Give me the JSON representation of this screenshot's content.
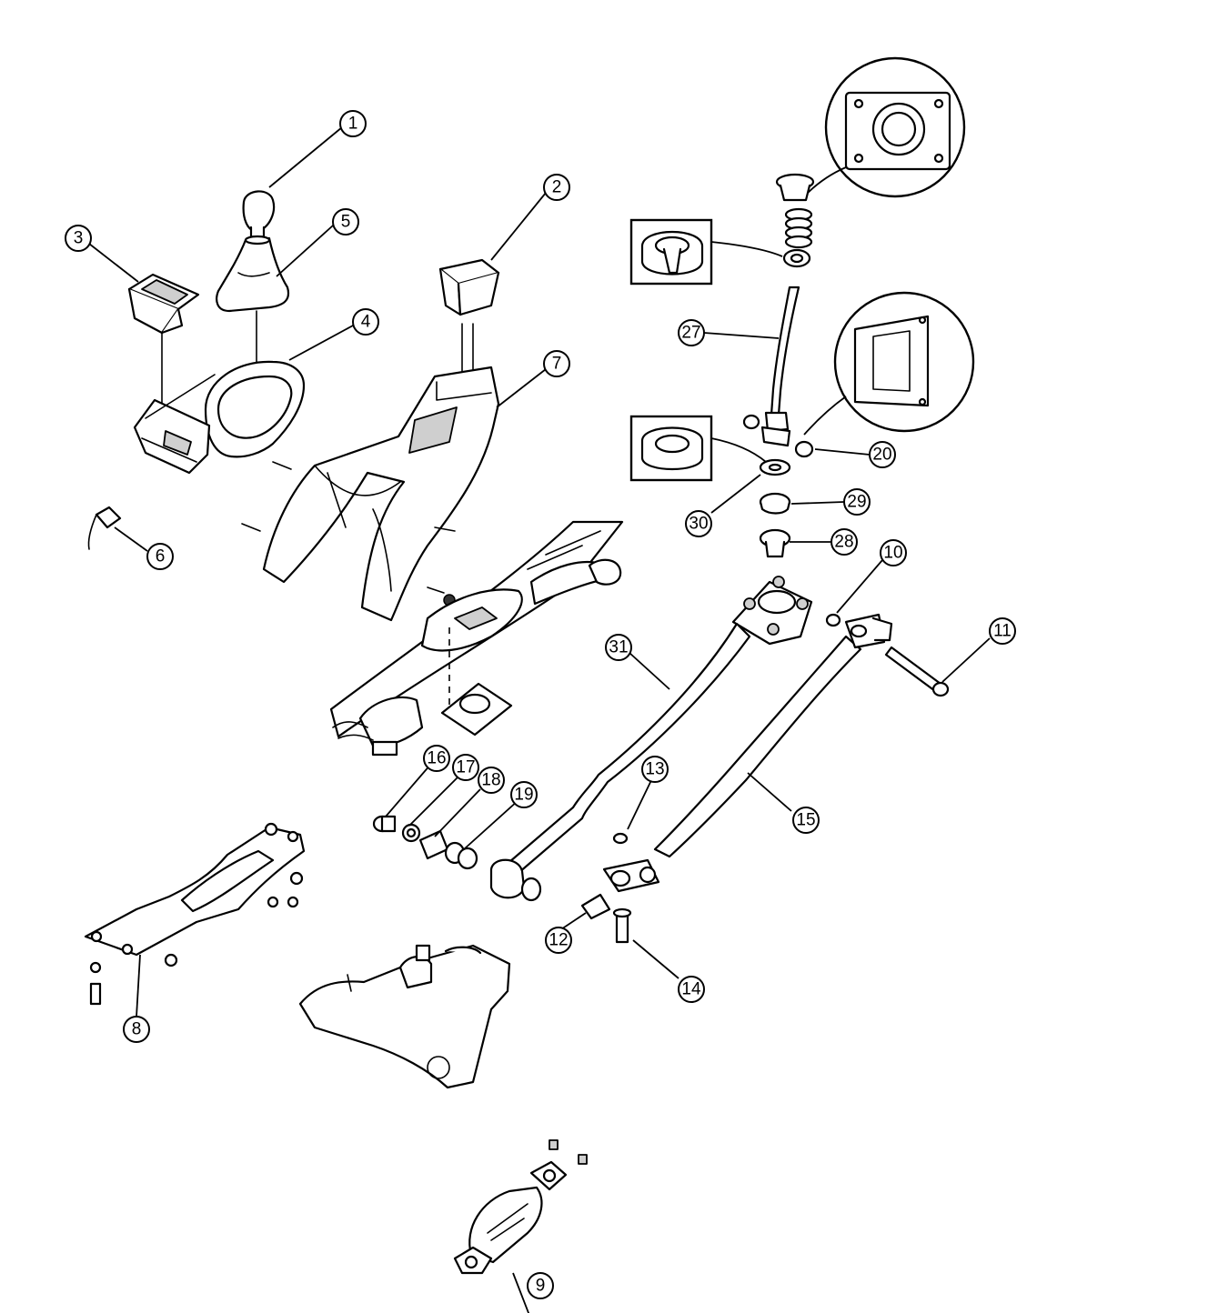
{
  "callouts": [
    {
      "id": "c1",
      "label": "1"
    },
    {
      "id": "c2",
      "label": "2"
    },
    {
      "id": "c3",
      "label": "3"
    },
    {
      "id": "c4",
      "label": "4"
    },
    {
      "id": "c5",
      "label": "5"
    },
    {
      "id": "c6",
      "label": "6"
    },
    {
      "id": "c7",
      "label": "7"
    },
    {
      "id": "c8",
      "label": "8"
    },
    {
      "id": "c9",
      "label": "9"
    },
    {
      "id": "c10",
      "label": "10"
    },
    {
      "id": "c11",
      "label": "11"
    },
    {
      "id": "c12",
      "label": "12"
    },
    {
      "id": "c13",
      "label": "13"
    },
    {
      "id": "c14",
      "label": "14"
    },
    {
      "id": "c15",
      "label": "15"
    },
    {
      "id": "c16",
      "label": "16"
    },
    {
      "id": "c17",
      "label": "17"
    },
    {
      "id": "c18",
      "label": "18"
    },
    {
      "id": "c19",
      "label": "19"
    },
    {
      "id": "c20",
      "label": "20"
    },
    {
      "id": "c27",
      "label": "27"
    },
    {
      "id": "c28",
      "label": "28"
    },
    {
      "id": "c29",
      "label": "29"
    },
    {
      "id": "c30",
      "label": "30"
    },
    {
      "id": "c31",
      "label": "31"
    }
  ]
}
